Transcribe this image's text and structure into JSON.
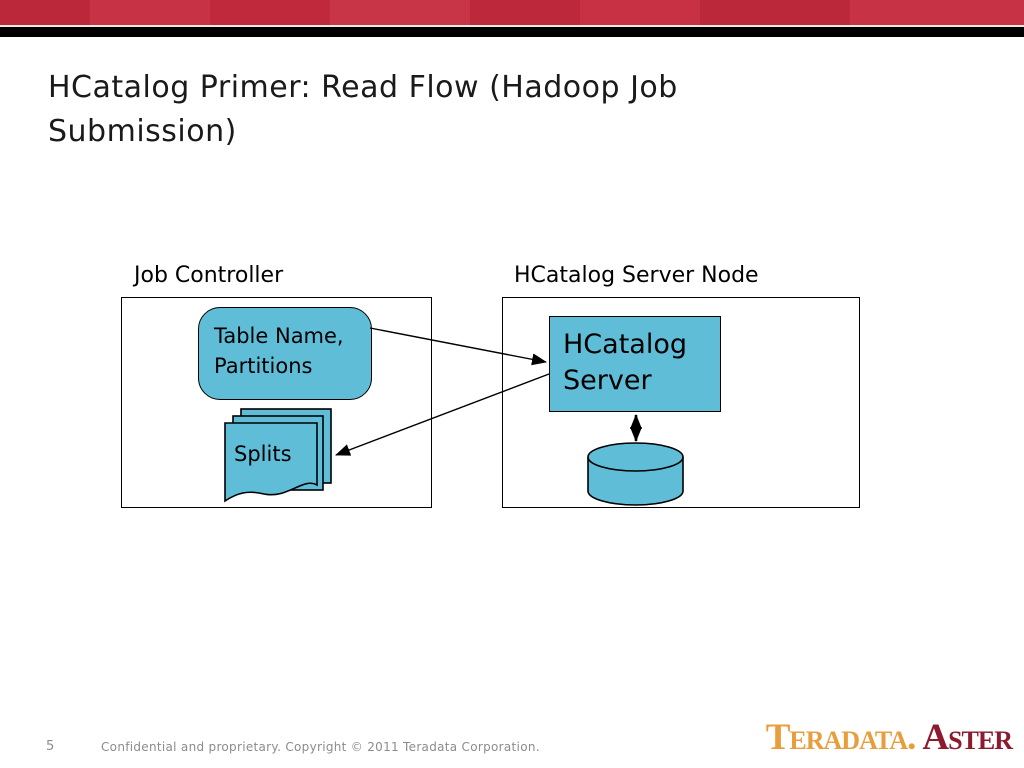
{
  "colors": {
    "accent_red": "#C52A3D",
    "banner_black": "#000000",
    "shape_fill": "#5FBDD8",
    "shape_stroke": "#000000",
    "title_text": "#1A1A1A",
    "footer_gray": "#8C8C8C",
    "logo_orange": "#E89E3C",
    "logo_maroon": "#8C1B2F"
  },
  "title": {
    "line1": "HCatalog Primer: Read Flow (Hadoop Job",
    "line2": "Submission)"
  },
  "diagram": {
    "job_controller": {
      "label": "Job Controller",
      "node": {
        "line1": "Table Name,",
        "line2": "Partitions"
      },
      "splits_label": "Splits"
    },
    "hcatalog_server_node": {
      "label": "HCatalog Server Node",
      "server_label": "HCatalog Server"
    }
  },
  "footer": {
    "page_number": "5",
    "confidentiality": "Confidential and proprietary. Copyright © 2011 Teradata Corporation."
  },
  "logo": {
    "teradata": "Teradata.",
    "aster": "Aster"
  }
}
